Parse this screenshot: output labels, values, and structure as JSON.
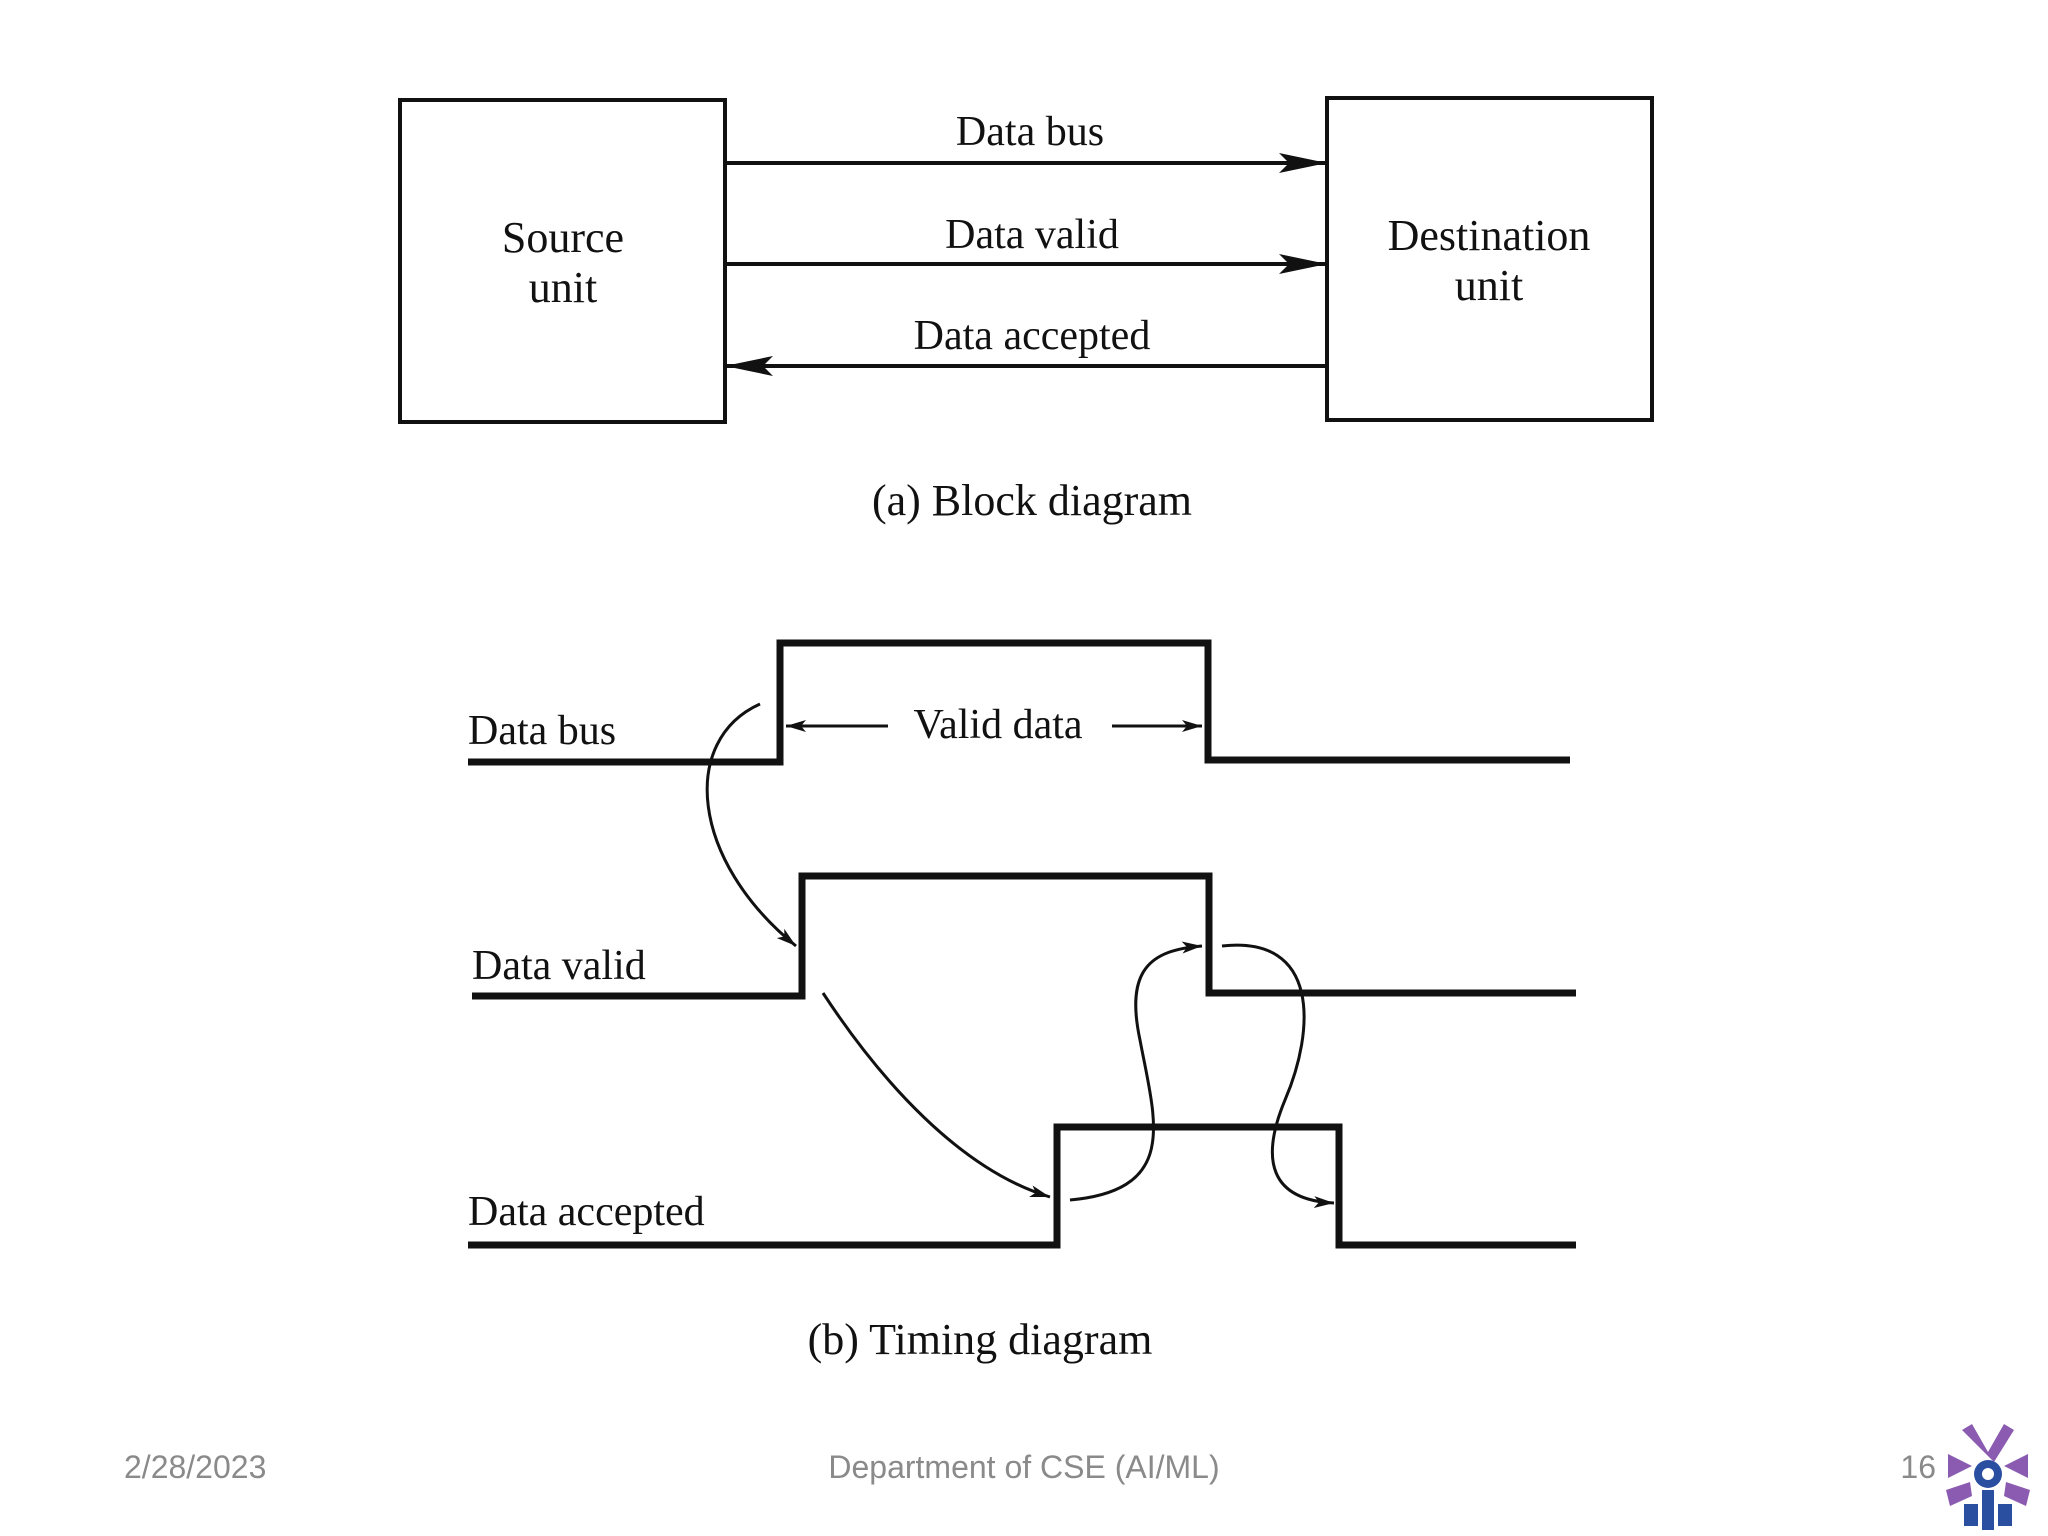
{
  "block_diagram": {
    "source_unit_line1": "Source",
    "source_unit_line2": "unit",
    "destination_unit_line1": "Destination",
    "destination_unit_line2": "unit",
    "signals": [
      "Data bus",
      "Data valid",
      "Data accepted"
    ],
    "caption": "(a) Block diagram"
  },
  "timing_diagram": {
    "signals": [
      "Data bus",
      "Data valid",
      "Data accepted"
    ],
    "valid_data_label": "Valid data",
    "caption": "(b) Timing diagram"
  },
  "footer": {
    "date": "2/28/2023",
    "department": "Department of CSE (AI/ML)",
    "page_number": "16"
  },
  "colors": {
    "line": "#111111",
    "footer_text": "#8a8a8a",
    "logo_purple": "#8a5bb0",
    "logo_blue": "#2a4fa0"
  },
  "icons": {
    "logo": "institution-logo-icon"
  }
}
